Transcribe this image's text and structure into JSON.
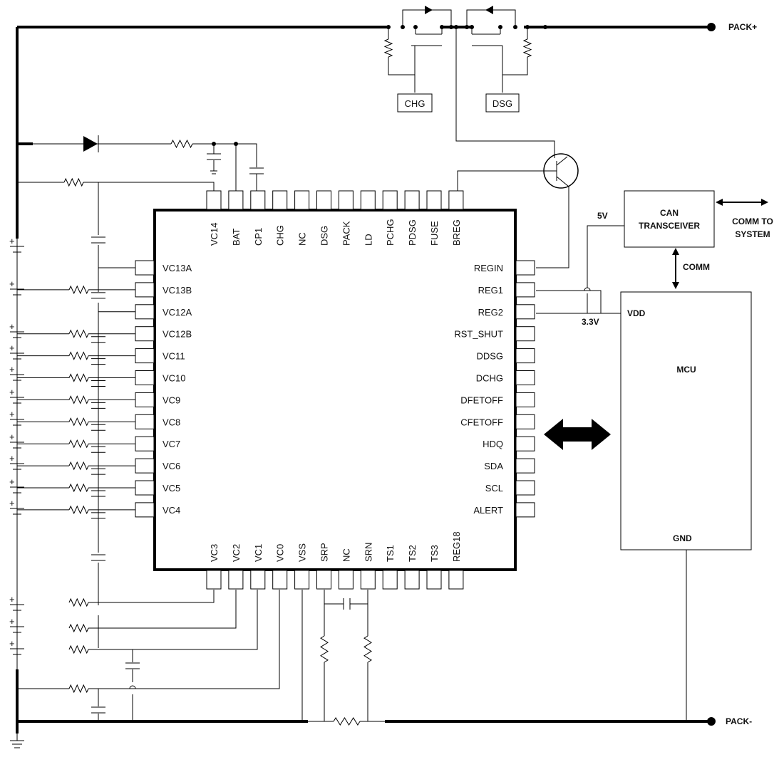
{
  "ic": {
    "top_pins": [
      "VC14",
      "BAT",
      "CP1",
      "CHG",
      "NC",
      "DSG",
      "PACK",
      "LD",
      "PCHG",
      "PDSG",
      "FUSE",
      "BREG"
    ],
    "left_pins": [
      "VC13A",
      "VC13B",
      "VC12A",
      "VC12B",
      "VC11",
      "VC10",
      "VC9",
      "VC8",
      "VC7",
      "VC6",
      "VC5",
      "VC4"
    ],
    "right_pins": [
      "REGIN",
      "REG1",
      "REG2",
      "RST_SHUT",
      "DDSG",
      "DCHG",
      "DFETOFF",
      "CFETOFF",
      "HDQ",
      "SDA",
      "SCL",
      "ALERT"
    ],
    "bottom_pins": [
      "VC3",
      "VC2",
      "VC1",
      "VC0",
      "VSS",
      "SRP",
      "NC",
      "SRN",
      "TS1",
      "TS2",
      "TS3",
      "REG18"
    ]
  },
  "fets": {
    "chg_label": "CHG",
    "dsg_label": "DSG"
  },
  "terminals": {
    "pack_plus": "PACK+",
    "pack_minus": "PACK-"
  },
  "can": {
    "line1": "CAN",
    "line2": "TRANSCEIVER",
    "supply": "5V"
  },
  "comm": {
    "to_system_1": "COMM TO",
    "to_system_2": "SYSTEM",
    "label": "COMM"
  },
  "mcu": {
    "title": "MCU",
    "vdd": "VDD",
    "gnd": "GND",
    "supply": "3.3V"
  }
}
